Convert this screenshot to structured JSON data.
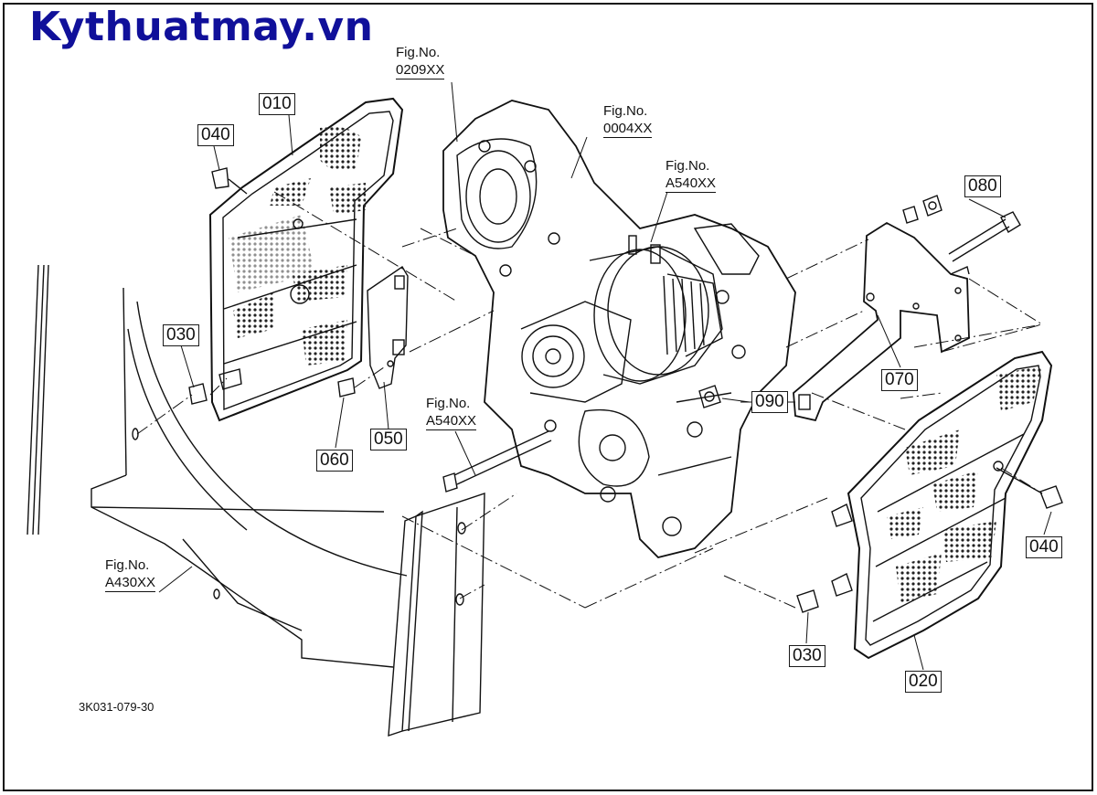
{
  "watermark": "Kythuatmay.vn",
  "drawing_code": "3K031-079-30",
  "fig_refs": [
    {
      "label": "Fig.No.",
      "number": "0209XX"
    },
    {
      "label": "Fig.No.",
      "number": "0004XX"
    },
    {
      "label": "Fig.No.",
      "number": "A540XX"
    },
    {
      "label": "Fig.No.",
      "number": "A540XX"
    },
    {
      "label": "Fig.No.",
      "number": "A430XX"
    }
  ],
  "callouts": [
    "010",
    "040",
    "030",
    "050",
    "060",
    "090",
    "070",
    "080",
    "040",
    "030",
    "020"
  ],
  "colors": {
    "brand": "#10109a",
    "line": "#111111",
    "background": "#ffffff"
  }
}
